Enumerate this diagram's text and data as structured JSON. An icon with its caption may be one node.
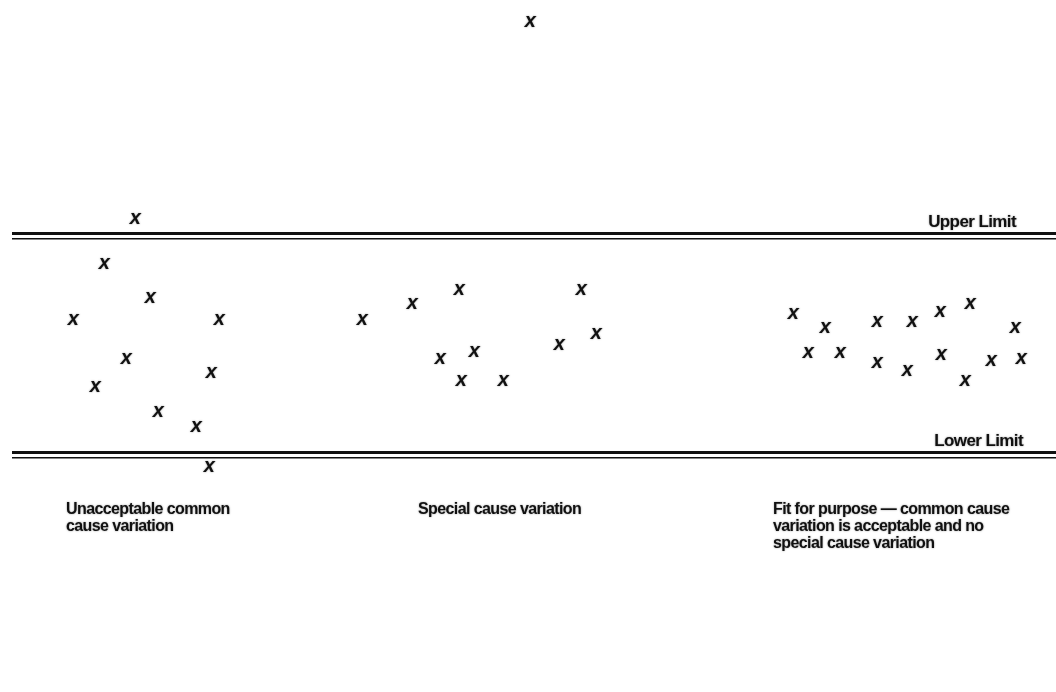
{
  "diagram": {
    "labels": [
      "x",
      "x",
      "Upper Limit",
      "x",
      "x",
      "x",
      "x",
      "x",
      "x",
      "x",
      "x",
      "x",
      "x",
      "x",
      "x",
      "x",
      "x",
      "x",
      "x",
      "x",
      "x",
      "x",
      "x",
      "x",
      "x",
      "x",
      "x",
      "x",
      "x",
      "x",
      "x",
      "x",
      "x",
      "x",
      "x",
      "x",
      "x",
      "x",
      "Lower Limit",
      "Unacceptable common cause variation",
      "Special cause variation",
      "Fit for purpose — common cause variation is acceptable and no special cause variation"
    ]
  }
}
